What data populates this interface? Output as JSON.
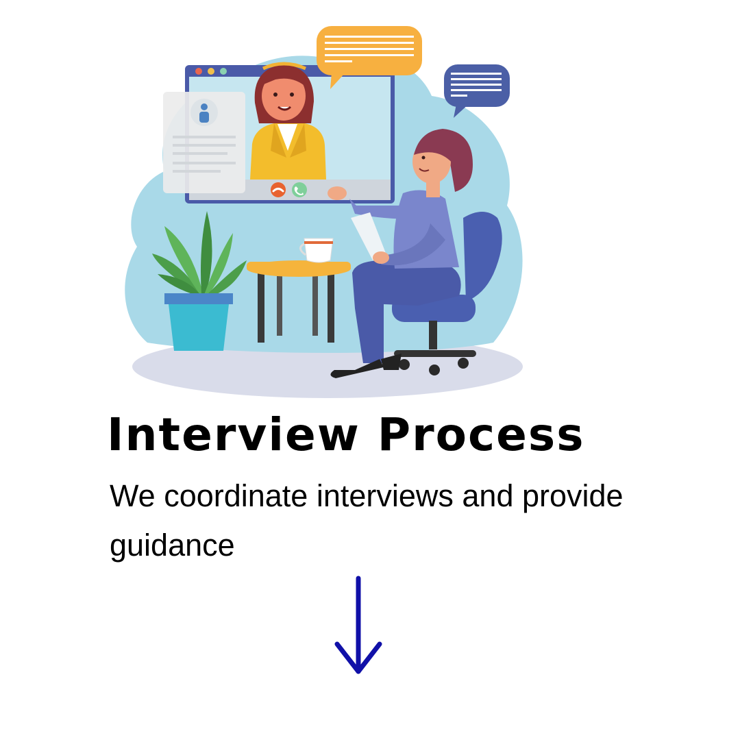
{
  "heading": {
    "title": "Interview Process",
    "description": "We coordinate interviews and provide guidance"
  },
  "illustration": {
    "scene": "video-interview-illustration",
    "colors": {
      "backdrop": "#a9d9e8",
      "floor": "#d9dcea",
      "window_frame": "#4a5aa8",
      "screen": "#c6e6f0",
      "speech_bubble_orange": "#f7b040",
      "speech_bubble_blue": "#4b5fa6",
      "plant_pot": "#3bbbd1",
      "leaves": "#4c9e4a",
      "table_top": "#f5b43c",
      "chair": "#4a5fb0",
      "jacket": "#7a86cc",
      "trousers": "#4a5aa8",
      "interviewer_jacket": "#f3bd2c",
      "hang_up_button": "#e8622f",
      "answer_button": "#7fcf9a"
    }
  },
  "arrow": {
    "icon": "arrow-down-icon",
    "color": "#1010a8"
  }
}
